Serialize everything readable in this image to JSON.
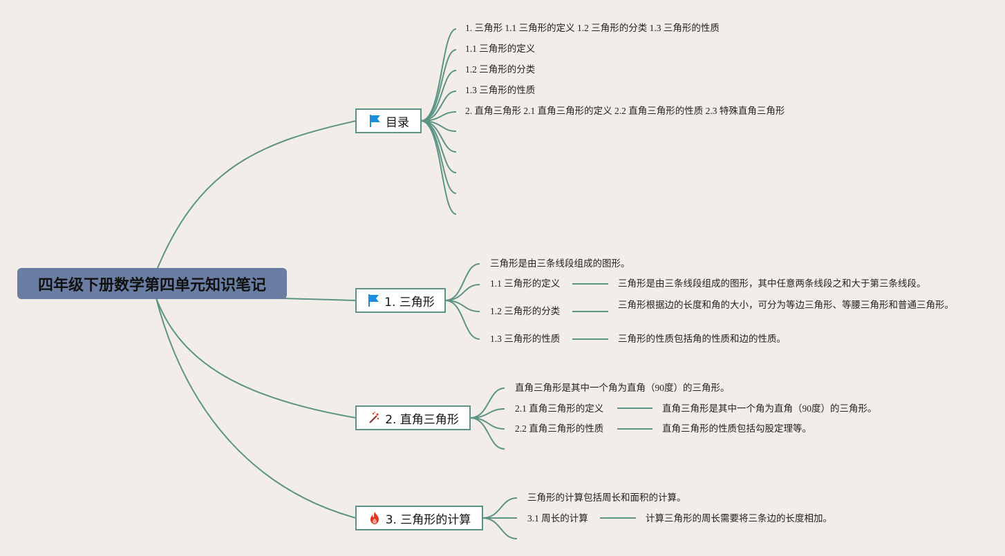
{
  "root": {
    "title": "四年级下册数学第四单元知识笔记"
  },
  "branches": [
    {
      "label": "目录",
      "icon": "blue-flag-icon",
      "items": [
        "1. 三角形 1.1 三角形的定义 1.2 三角形的分类 1.3 三角形的性质",
        "1.1 三角形的定义",
        "1.2 三角形的分类",
        "1.3 三角形的性质",
        "2. 直角三角形 2.1 直角三角形的定义 2.2 直角三角形的性质 2.3 特殊直角三角形"
      ]
    },
    {
      "label": "1. 三角形",
      "icon": "blue-flag-icon",
      "summary": "三角形是由三条线段组成的图形。",
      "subs": [
        {
          "title": "1.1 三角形的定义",
          "detail": "三角形是由三条线段组成的图形，其中任意两条线段之和大于第三条线段。"
        },
        {
          "title": "1.2 三角形的分类",
          "detail": "三角形根据边的长度和角的大小，可分为等边三角形、等腰三角形和普通三角形。"
        },
        {
          "title": "1.3 三角形的性质",
          "detail": "三角形的性质包括角的性质和边的性质。"
        }
      ]
    },
    {
      "label": "2. 直角三角形",
      "icon": "magic-wand-icon",
      "summary": "直角三角形是其中一个角为直角（90度）的三角形。",
      "subs": [
        {
          "title": "2.1 直角三角形的定义",
          "detail": "直角三角形是其中一个角为直角（90度）的三角形。"
        },
        {
          "title": "2.2 直角三角形的性质",
          "detail": "直角三角形的性质包括勾股定理等。"
        }
      ]
    },
    {
      "label": "3. 三角形的计算",
      "icon": "fire-icon",
      "summary": "三角形的计算包括周长和面积的计算。",
      "subs": [
        {
          "title": "3.1 周长的计算",
          "detail": "计算三角形的周长需要将三条边的长度相加。"
        }
      ]
    }
  ],
  "colors": {
    "background": "#f2ede8",
    "root_fill": "#6a7ea4",
    "link": "#5b9385",
    "flag": "#1a8fe0",
    "fire": "#e8321e"
  }
}
